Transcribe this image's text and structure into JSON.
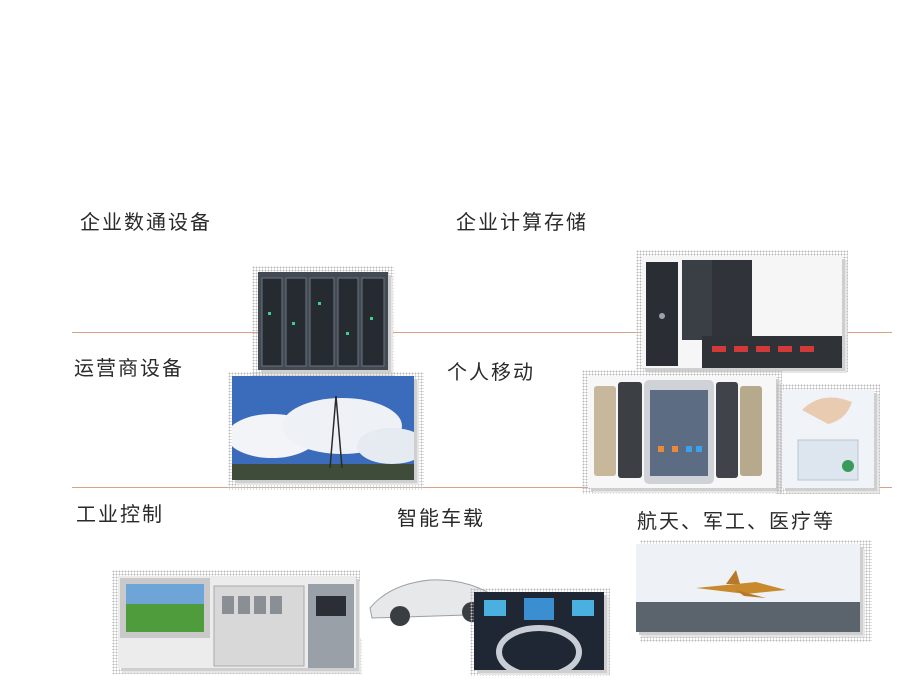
{
  "labels": {
    "enterprise_datacom": "企业数通设备",
    "enterprise_compute_storage": "企业计算存储",
    "carrier_equipment": "运营商设备",
    "personal_mobile": "个人移动",
    "industrial_control": "工业控制",
    "smart_vehicle": "智能车载",
    "aerospace_military_medical": "航天、军工、医疗等"
  },
  "images": {
    "server_racks": "server-racks-photo",
    "tower_servers": "tower-servers-photo",
    "cell_tower": "cell-tower-sky-photo",
    "smartphones": "smartphones-photo",
    "wearable_card": "smart-card-hand-photo",
    "industrial_panels": "industrial-control-panels-photo",
    "sports_car": "sports-car-photo",
    "car_dashboard": "car-dashboard-photo",
    "fighter_jet": "fighter-jet-carrier-photo"
  }
}
